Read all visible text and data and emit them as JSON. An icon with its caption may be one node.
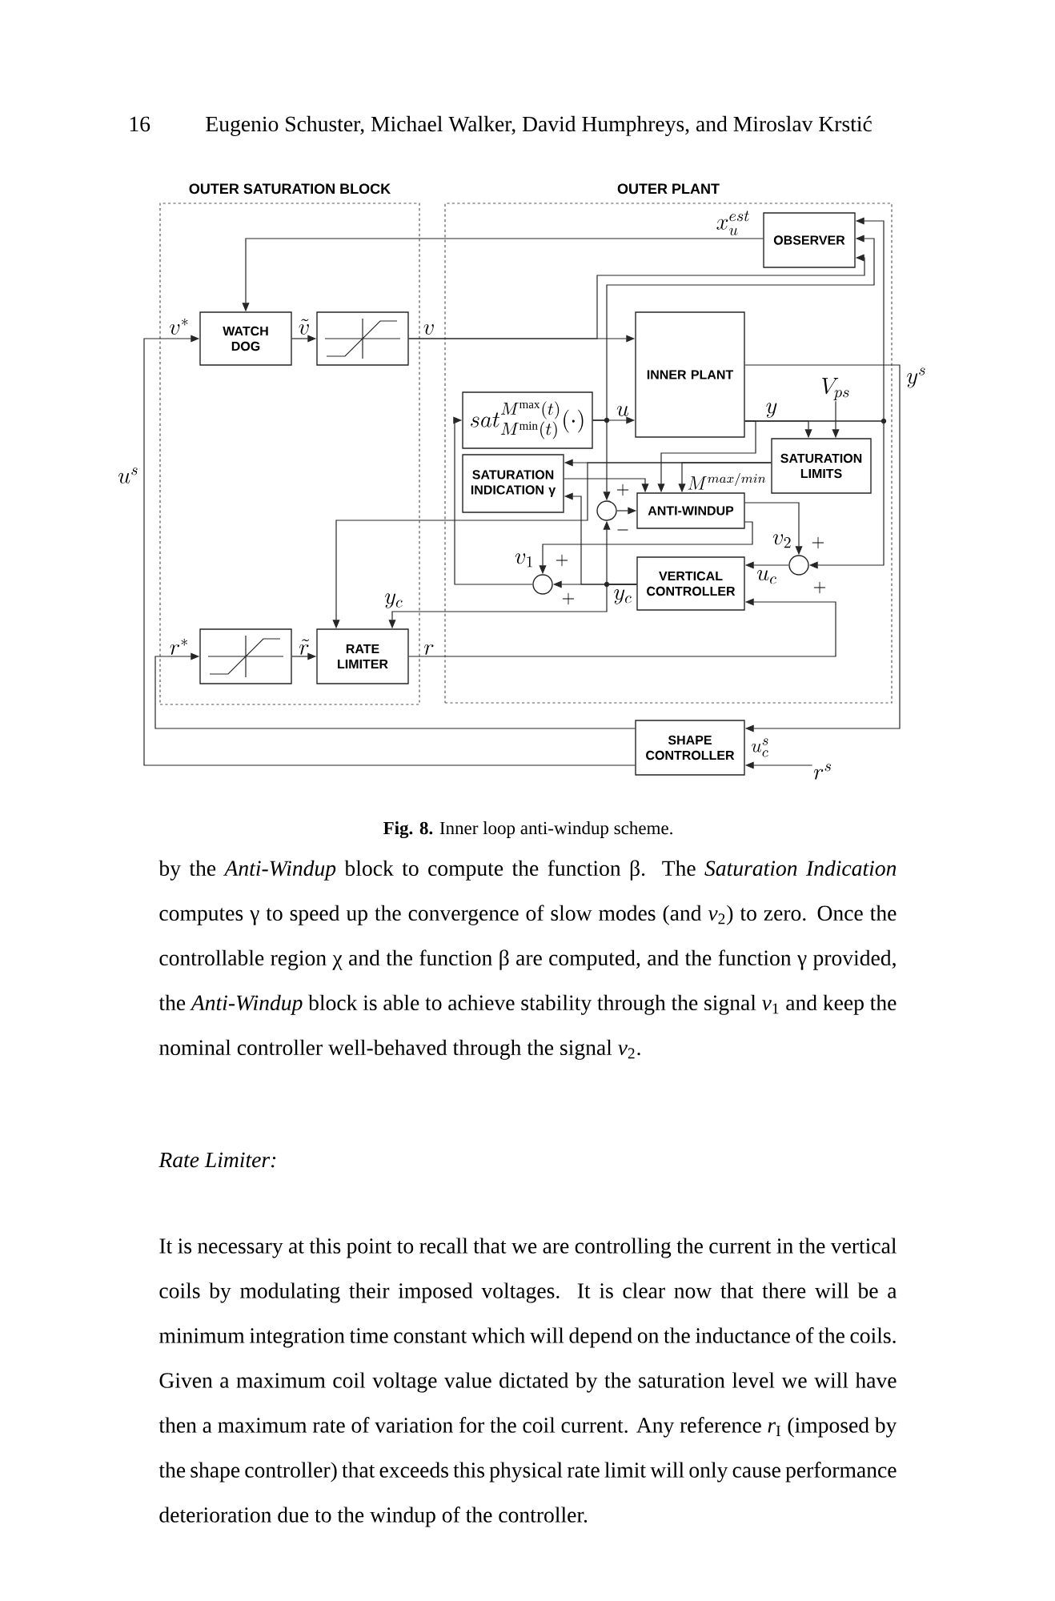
{
  "diagram": {
    "caption": "**Fig. 8.** Inner loop anti-windup scheme.",
    "nodes": [
      {
        "text": [
          "OUTER SATURATION BLOCK"
        ]
      },
      {
        "text": [
          "OUTER PLANT"
        ]
      },
      {
        "text": [
          "OBSERVER"
        ],
        "in": 1
      },
      {
        "text": [
          "WATCH DOG"
        ],
        "in": 0
      },
      {
        "text": [],
        "shape": "box",
        "in": 0
      },
      {
        "text": [
          "INNER PLANT"
        ],
        "in": 1
      },
      {
        "text": [
          "sat^{M^{\\max}(t)}_{M^{\\min}(t)}(\\cdot)"
        ],
        "in": 1
      },
      {
        "text": [
          "V_{ps}"
        ],
        "in": 1
      },
      {
        "text": [
          "SATURATION LIMITS"
        ],
        "in": 1
      },
      {
        "text": [
          "SATURATION INDICATION γ"
        ],
        "in": 1
      },
      {
        "text": [
          "ANTI-WINDUP"
        ],
        "in": 1
      },
      {
        "text": [],
        "shape": "circle",
        "in": 1
      },
      {
        "text": [
          "VERTICAL CONTROLLER"
        ],
        "in": 1
      },
      {
        "text": [],
        "shape": "circle",
        "in": 1
      },
      {
        "text": [],
        "shape": "circle",
        "in": 1
      },
      {
        "text": [],
        "shape": "box",
        "in": 0
      },
      {
        "text": [
          "RATE LIMITER"
        ],
        "in": 0
      },
      {
        "text": [
          "SHAPE CONTROLLER"
        ]
      },
      {
        "text": [
          "r^s"
        ]
      }
    ],
    "edges": [
      {
        "from": 2,
        "to": 3,
        "arrow": "to"
      },
      {
        "from": 3,
        "to": 4,
        "arrow": "to"
      },
      {
        "from": 4,
        "to": 5,
        "arrow": "to"
      },
      {
        "from": 4,
        "to": 2,
        "arrow": "to"
      },
      {
        "from": 17,
        "to": 3,
        "arrow": "to"
      },
      {
        "from": 17,
        "to": 15,
        "arrow": "to"
      },
      {
        "from": 5,
        "to": 17,
        "arrow": "to"
      },
      {
        "from": 18,
        "to": 17,
        "arrow": "to"
      },
      {
        "from": 15,
        "to": 16,
        "arrow": "to"
      },
      {
        "from": 16,
        "to": 12,
        "arrow": "to"
      },
      {
        "from": 14,
        "to": 6,
        "arrow": "to"
      },
      {
        "from": 6,
        "to": 5,
        "arrow": "to"
      },
      {
        "from": 6,
        "to": 2,
        "arrow": "to"
      },
      {
        "from": 6,
        "to": 11,
        "arrow": "to"
      },
      {
        "from": 12,
        "to": 11,
        "arrow": "to"
      },
      {
        "from": 12,
        "to": 14,
        "arrow": "to"
      },
      {
        "from": 11,
        "to": 10,
        "arrow": "to"
      },
      {
        "from": 10,
        "to": 14,
        "arrow": "to"
      },
      {
        "from": 10,
        "to": 13,
        "arrow": "to"
      },
      {
        "from": 13,
        "to": 12,
        "arrow": "to"
      },
      {
        "from": 5,
        "to": 13,
        "arrow": "to"
      },
      {
        "from": 5,
        "to": 2,
        "arrow": "to"
      },
      {
        "from": 5,
        "to": 8,
        "arrow": "to"
      },
      {
        "from": 7,
        "to": 8,
        "arrow": "to"
      },
      {
        "from": 8,
        "to": 9,
        "arrow": "to"
      },
      {
        "from": 8,
        "to": 10,
        "arrow": "to"
      },
      {
        "from": 5,
        "to": 10,
        "arrow": "to"
      },
      {
        "from": 9,
        "to": 10,
        "arrow": "to"
      },
      {
        "from": 12,
        "to": 9,
        "arrow": "to"
      },
      {
        "from": 8,
        "to": 16,
        "arrow": "to"
      },
      {
        "from": 12,
        "to": 16,
        "arrow": "to"
      }
    ],
    "labels": [
      "16",
      "Eugenio Schuster, Michael Walker, David Humphreys, and Miroslav Krstić",
      "x_u^{est}",
      "v^*",
      "\\tilde{v}",
      "v",
      "y^s",
      "u",
      "y",
      "u^s",
      "+",
      "M^{max/min}",
      "-",
      "v_2",
      "+",
      "v_1",
      "+",
      "y_c",
      "+",
      "y_c",
      "u_c",
      "+",
      "r^*",
      "\\tilde{r}",
      "r",
      "u_c^s",
      "by the *Anti-Windup* block to compute the function β. The *Saturation Indication* computes γ to speed up the convergence of slow modes (and *v*$_{2}$) to zero. Once the controllable region χ and the function β are computed, and the function γ provided, the *Anti-Windup* block is able to achieve stability through the signal *v*$_{1}$ and keep the nominal controller well-behaved through the signal *v*$_{2}$.",
      "Rate Limiter:",
      "It is necessary at this point to recall that we are controlling the current in the vertical coils by modulating their imposed voltages. It is clear now that there will be a minimum integration time constant which will depend on the inductance of the coils. Given a maximum coil voltage value dictated by the saturation level we will have then a maximum rate of variation for the coil current. Any reference *r*$_{I}$ (imposed by the shape controller) that exceeds this physical rate limit will only cause performance deterioration due to the windup of the controller."
    ]
  }
}
